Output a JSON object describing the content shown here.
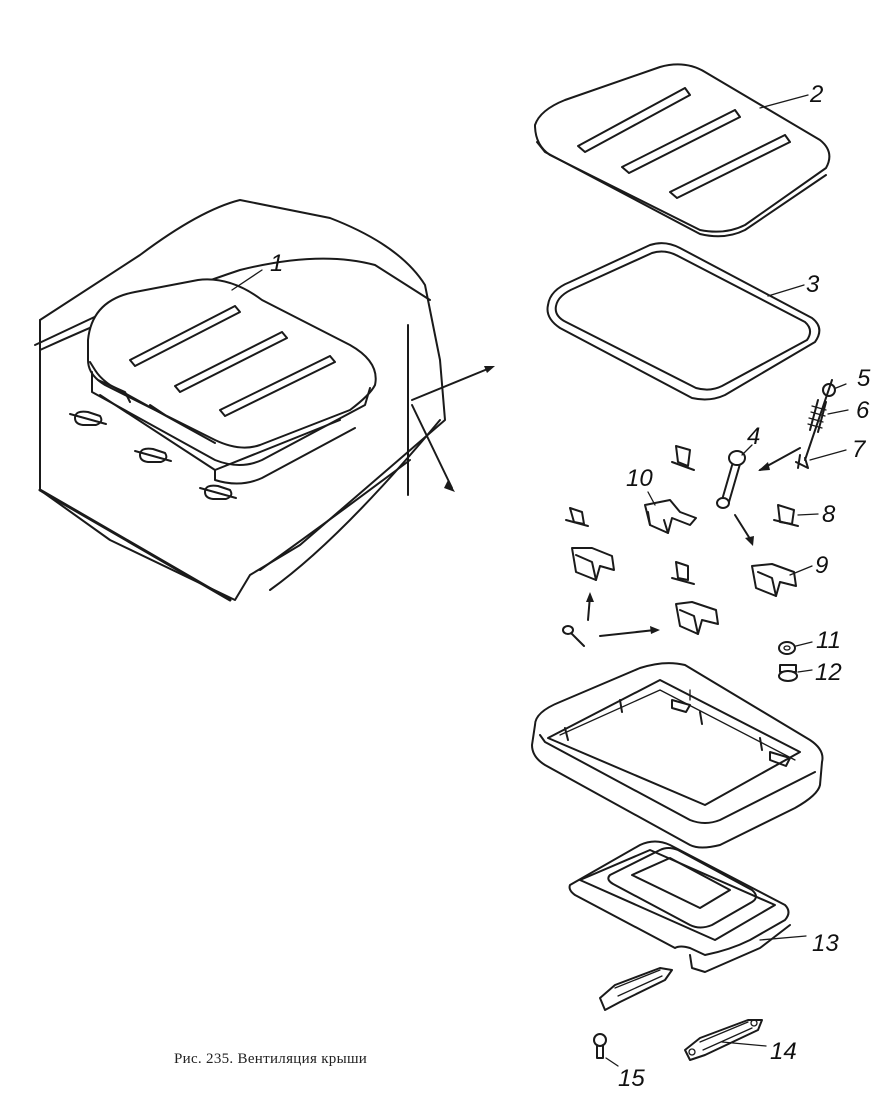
{
  "caption": "Рис. 235. Вентиляция крыши",
  "callouts": {
    "c1": "1",
    "c2": "2",
    "c3": "3",
    "c4": "4",
    "c5": "5",
    "c6": "6",
    "c7": "7",
    "c8": "8",
    "c9": "9",
    "c10": "10",
    "c11": "11",
    "c12": "12",
    "c13": "13",
    "c14": "14",
    "c15": "15"
  }
}
